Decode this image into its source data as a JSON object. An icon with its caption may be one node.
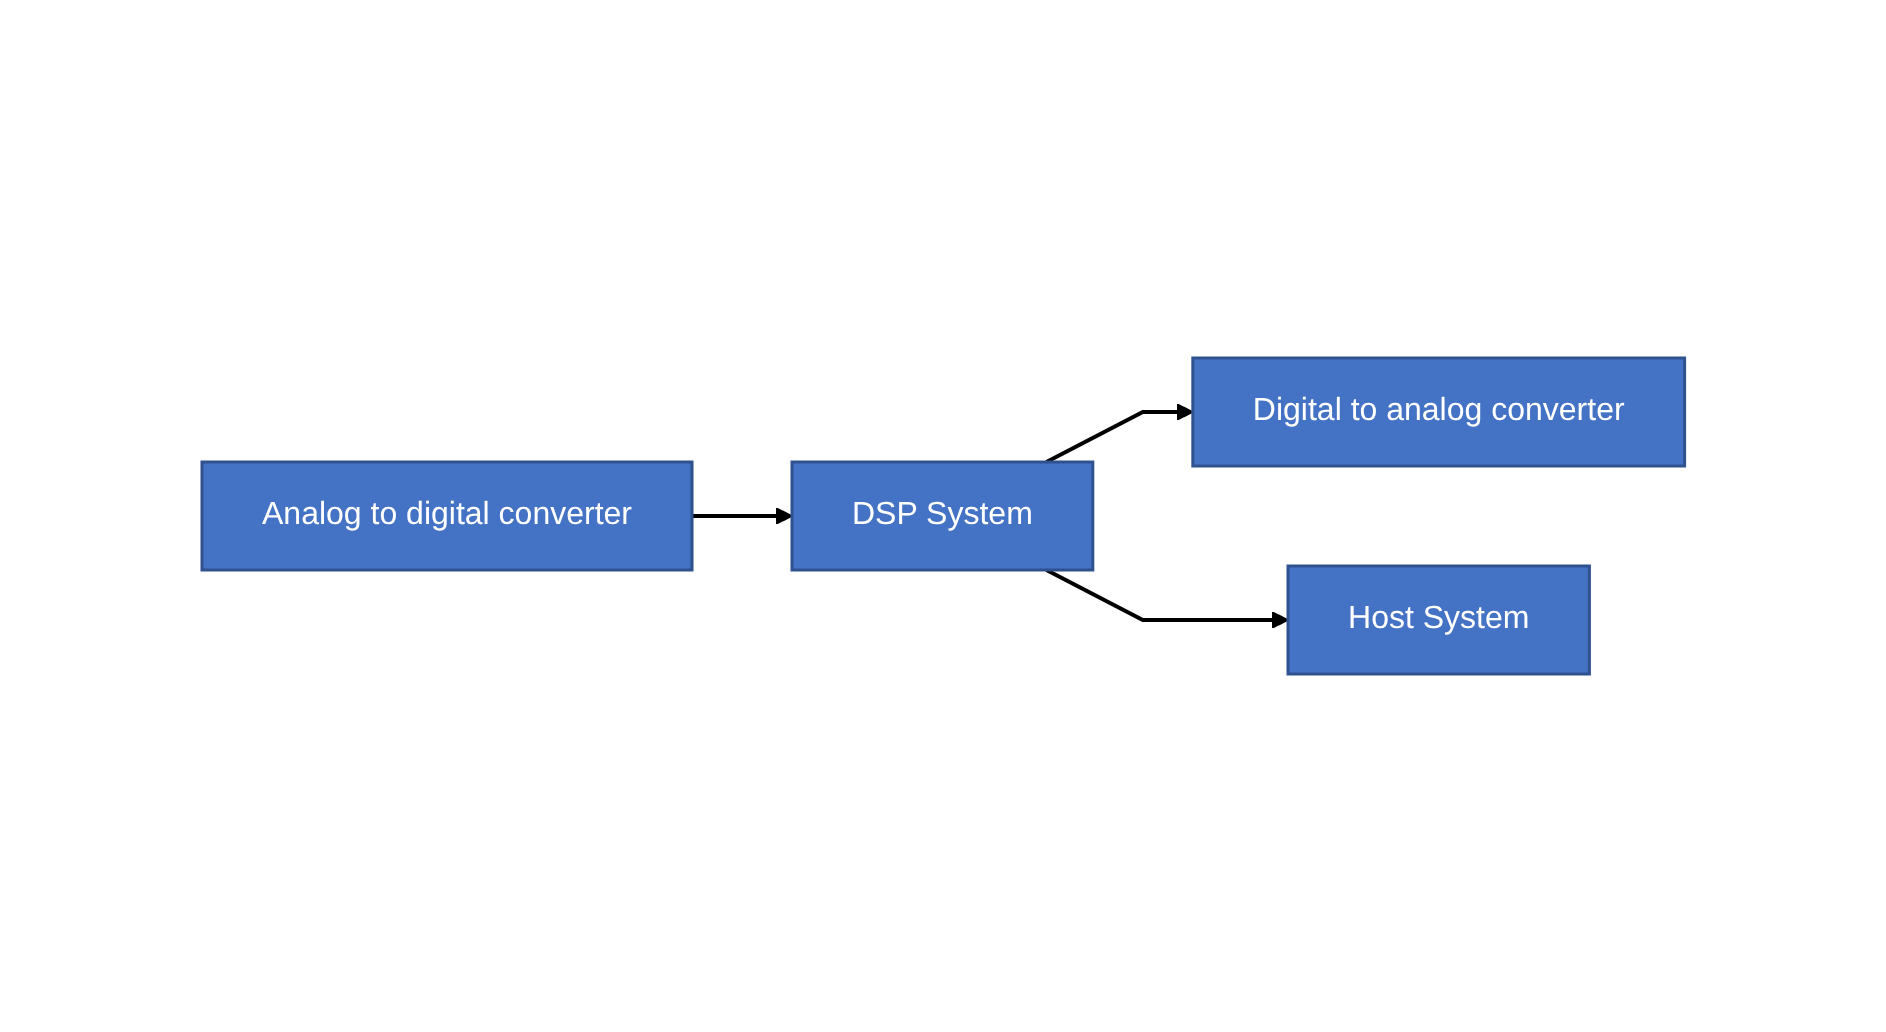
{
  "diagram": {
    "nodes": [
      {
        "text": [
          "Analog to digital converter"
        ]
      },
      {
        "text": [
          "Digital to analog converter"
        ]
      },
      {
        "text": [
          "DSP System"
        ]
      },
      {
        "text": [
          "Host System"
        ]
      }
    ],
    "edges": [
      {
        "from": 0,
        "to": 2,
        "arrow": "to"
      },
      {
        "from": 2,
        "to": 1,
        "arrow": "to"
      },
      {
        "from": 2,
        "to": 3,
        "arrow": "to"
      }
    ]
  }
}
